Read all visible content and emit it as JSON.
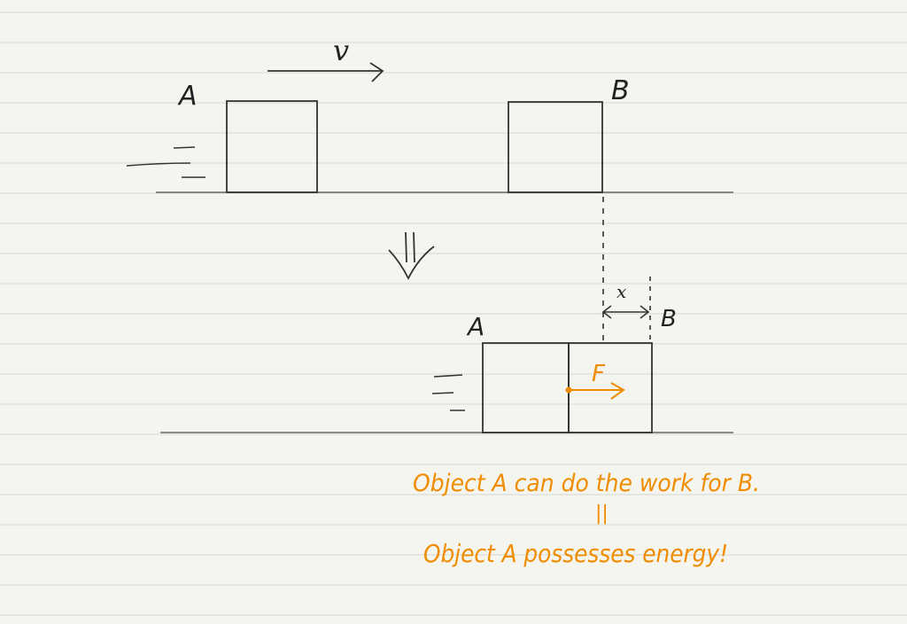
{
  "paper": {
    "background": "#f5f5f0",
    "rule_color": "#dcdcd8"
  },
  "colors": {
    "ink": "#222222",
    "highlight": "#f08c00"
  },
  "top_scene": {
    "label_a": "A",
    "label_b": "B",
    "velocity_label": "v"
  },
  "transition": {
    "symbol": "implies-arrow"
  },
  "bottom_scene": {
    "label_a": "A",
    "label_b": "B",
    "displacement_label": "x",
    "force_label": "F"
  },
  "notes": {
    "line1": "Object A can do the work for B.",
    "equals": "||",
    "line2": "Object A possesses energy!"
  }
}
